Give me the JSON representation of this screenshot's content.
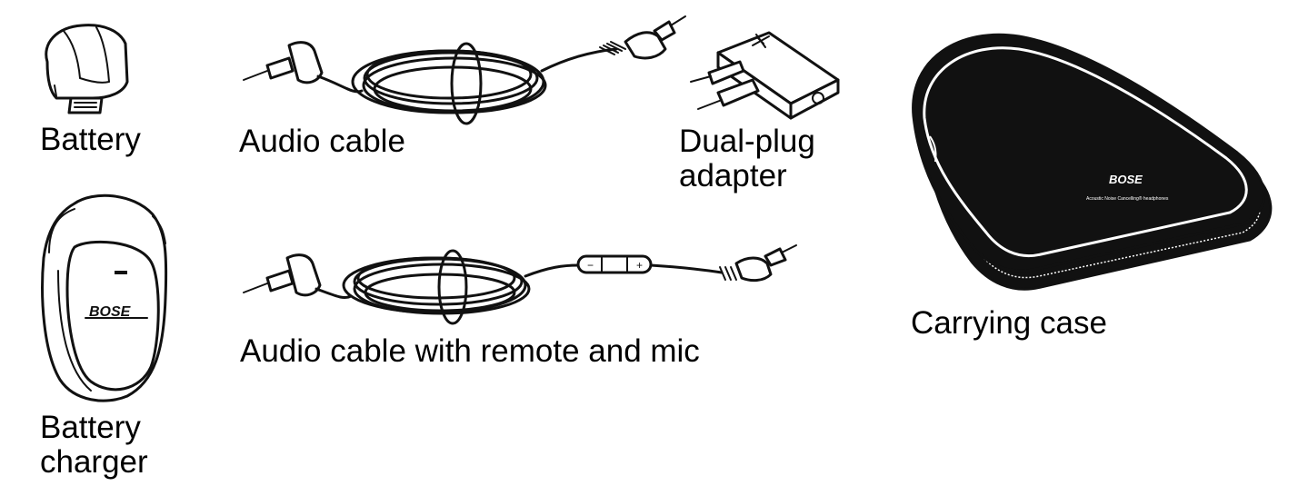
{
  "items": {
    "battery": {
      "label": "Battery",
      "icon": "battery-icon"
    },
    "audio_cable": {
      "label": "Audio cable",
      "icon": "audio-cable-icon"
    },
    "dual_plug_adapter": {
      "label_line1": "Dual-plug",
      "label_line2": "adapter",
      "icon": "airplane-adapter-icon"
    },
    "carrying_case": {
      "label": "Carrying case",
      "icon": "carrying-case-icon",
      "logo": "BOSE",
      "caption": "Acoustic Noise Cancelling® headphones"
    },
    "battery_charger": {
      "label_line1": "Battery",
      "label_line2": "charger",
      "icon": "battery-charger-icon",
      "logo": "BOSE"
    },
    "audio_cable_remote": {
      "label": "Audio cable with remote and mic",
      "icon": "audio-cable-remote-icon",
      "remote_minus": "−",
      "remote_plus": "+"
    }
  },
  "colors": {
    "ink": "#111111",
    "case_body": "#111111",
    "case_trim": "#ffffff"
  }
}
